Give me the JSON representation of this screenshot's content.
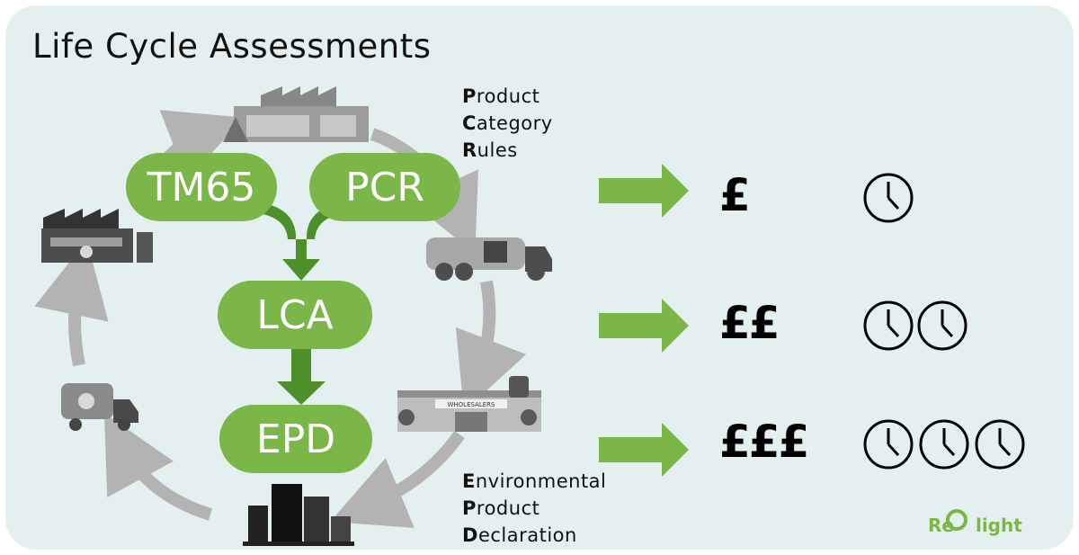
{
  "title": "Life Cycle Assessments",
  "pills": {
    "tm65": "TM65",
    "pcr": "PCR",
    "lca": "LCA",
    "epd": "EPD"
  },
  "pcr_acronym": [
    {
      "first": "P",
      "rest": "roduct"
    },
    {
      "first": "C",
      "rest": "ategory"
    },
    {
      "first": "R",
      "rest": "ules"
    }
  ],
  "epd_acronym": [
    {
      "first": "E",
      "rest": "nvironmental"
    },
    {
      "first": "P",
      "rest": "roduct"
    },
    {
      "first": "D",
      "rest": "eclaration"
    }
  ],
  "cost_rows": [
    {
      "cost": "£",
      "clocks": 1
    },
    {
      "cost": "££",
      "clocks": 2
    },
    {
      "cost": "£££",
      "clocks": 3
    }
  ],
  "store_sign": "WHOLESALERS",
  "logo": {
    "pre": "Re",
    "post": "light"
  },
  "colors": {
    "green": "#7ab648",
    "arrow_grey": "#b3b3b3",
    "background": "#e4f0f0"
  }
}
